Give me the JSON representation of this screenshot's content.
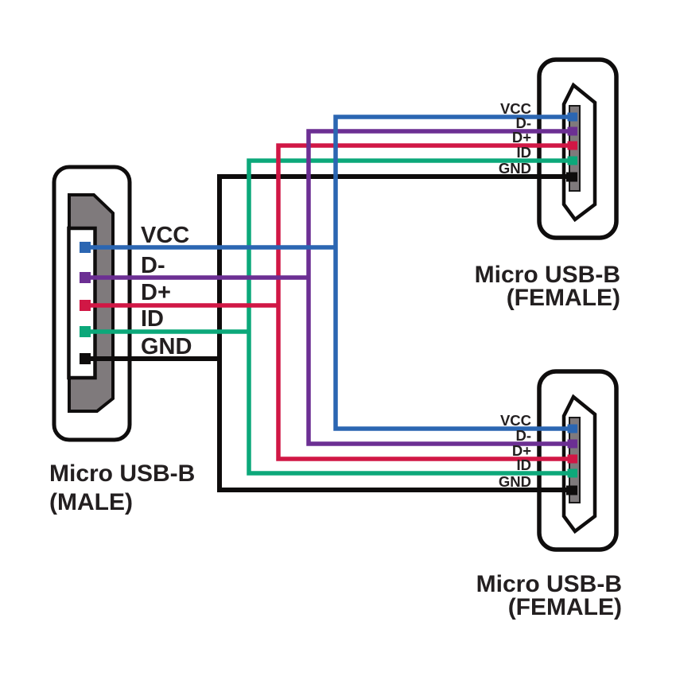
{
  "diagram": {
    "background": "#ffffff",
    "outline_color": "#0f0d0d",
    "text_color": "#231f20",
    "shell_gray": "#7f7a7c",
    "inner_white": "#ffffff"
  },
  "signals": [
    {
      "name": "VCC",
      "color": "#2b66b2"
    },
    {
      "name": "D-",
      "color": "#6c2f93"
    },
    {
      "name": "D+",
      "color": "#d11745"
    },
    {
      "name": "ID",
      "color": "#0ca87a"
    },
    {
      "name": "GND",
      "color": "#0e0c0c"
    }
  ],
  "connectors": [
    {
      "id": "male",
      "title_line1": "Micro USB-B",
      "title_line2": "(MALE)"
    },
    {
      "id": "female-top",
      "title_line1": "Micro USB-B",
      "title_line2": "(FEMALE)"
    },
    {
      "id": "female-bottom",
      "title_line1": "Micro USB-B",
      "title_line2": "(FEMALE)"
    }
  ]
}
